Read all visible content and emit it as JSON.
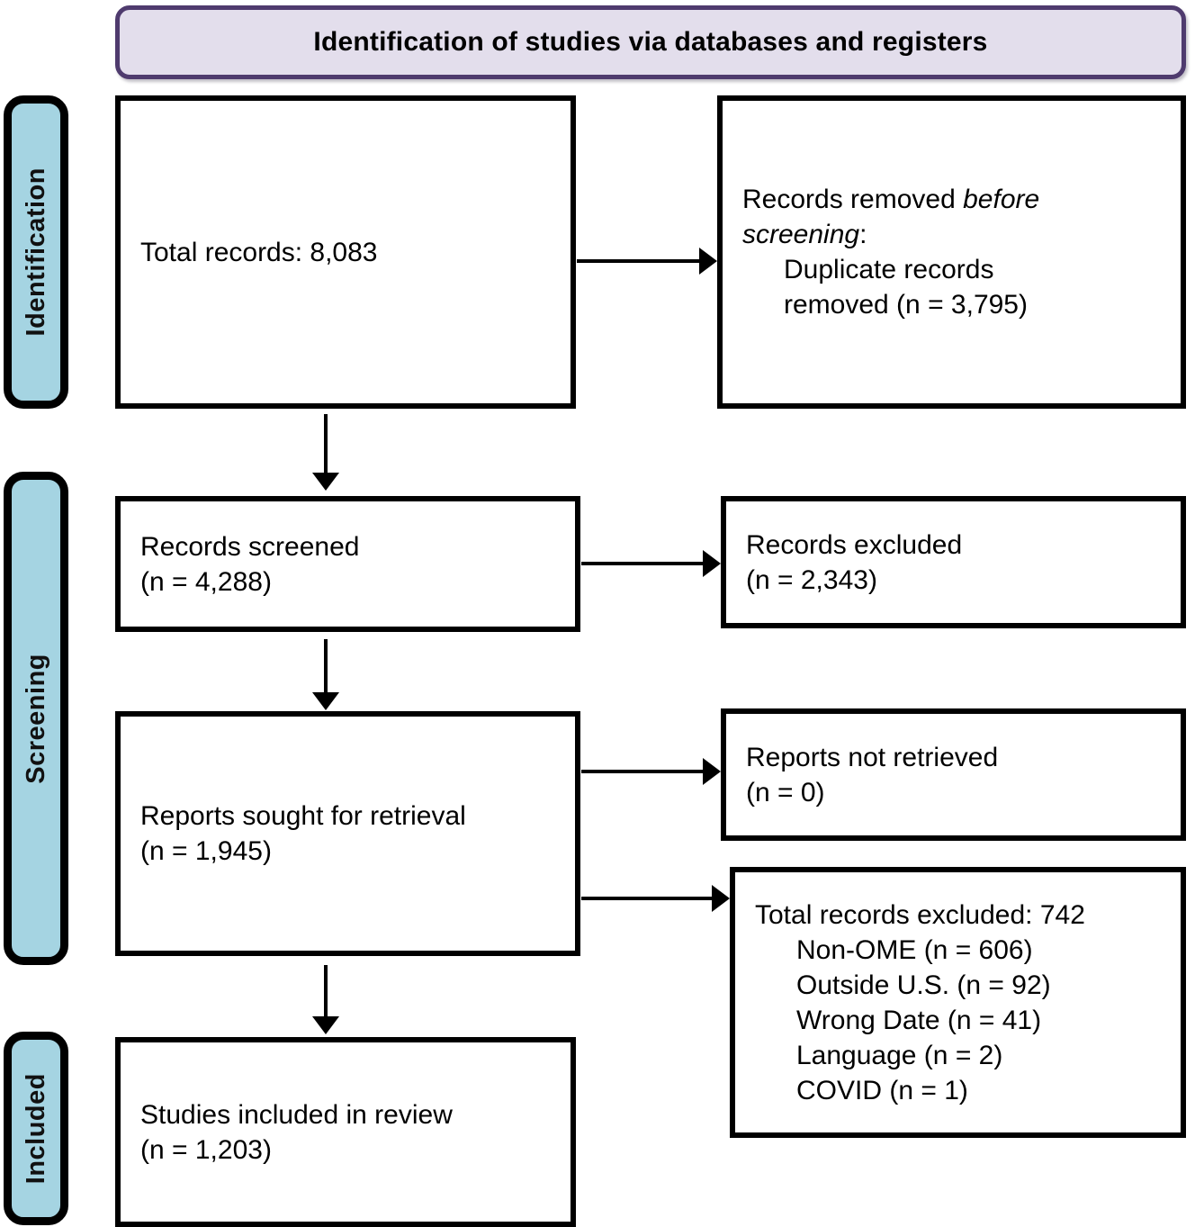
{
  "header": {
    "title": "Identification of studies via databases and registers",
    "fill_color": "#e3deec",
    "border_color": "#4f3b6e"
  },
  "stages": {
    "fill_color": "#a5d4e2",
    "border_color": "#000000",
    "identification": "Identification",
    "screening": "Screening",
    "included": "Included"
  },
  "boxes": {
    "total_records": {
      "line1": "Total records: 8,083"
    },
    "removed_before_screening": {
      "line1_pre": "Records removed ",
      "line1_em": "before",
      "line2_em": "screening",
      "line2_post": ":",
      "line3": "Duplicate records",
      "line4": "removed (n = 3,795)"
    },
    "records_screened": {
      "line1": "Records screened",
      "line2": "(n = 4,288)"
    },
    "records_excluded": {
      "line1": "Records excluded",
      "line2": "(n = 2,343)"
    },
    "reports_sought": {
      "line1": "Reports sought for retrieval",
      "line2": "(n = 1,945)"
    },
    "reports_not_retrieved": {
      "line1": "Reports not retrieved",
      "line2": "(n = 0)"
    },
    "total_records_excluded": {
      "line1": "Total records excluded: 742",
      "reasons": [
        "Non-OME (n = 606)",
        "Outside U.S. (n = 92)",
        "Wrong Date (n = 41)",
        "Language (n = 2)",
        "COVID (n = 1)"
      ]
    },
    "studies_included": {
      "line1": "Studies included in review",
      "line2": "(n = 1,203)"
    }
  }
}
